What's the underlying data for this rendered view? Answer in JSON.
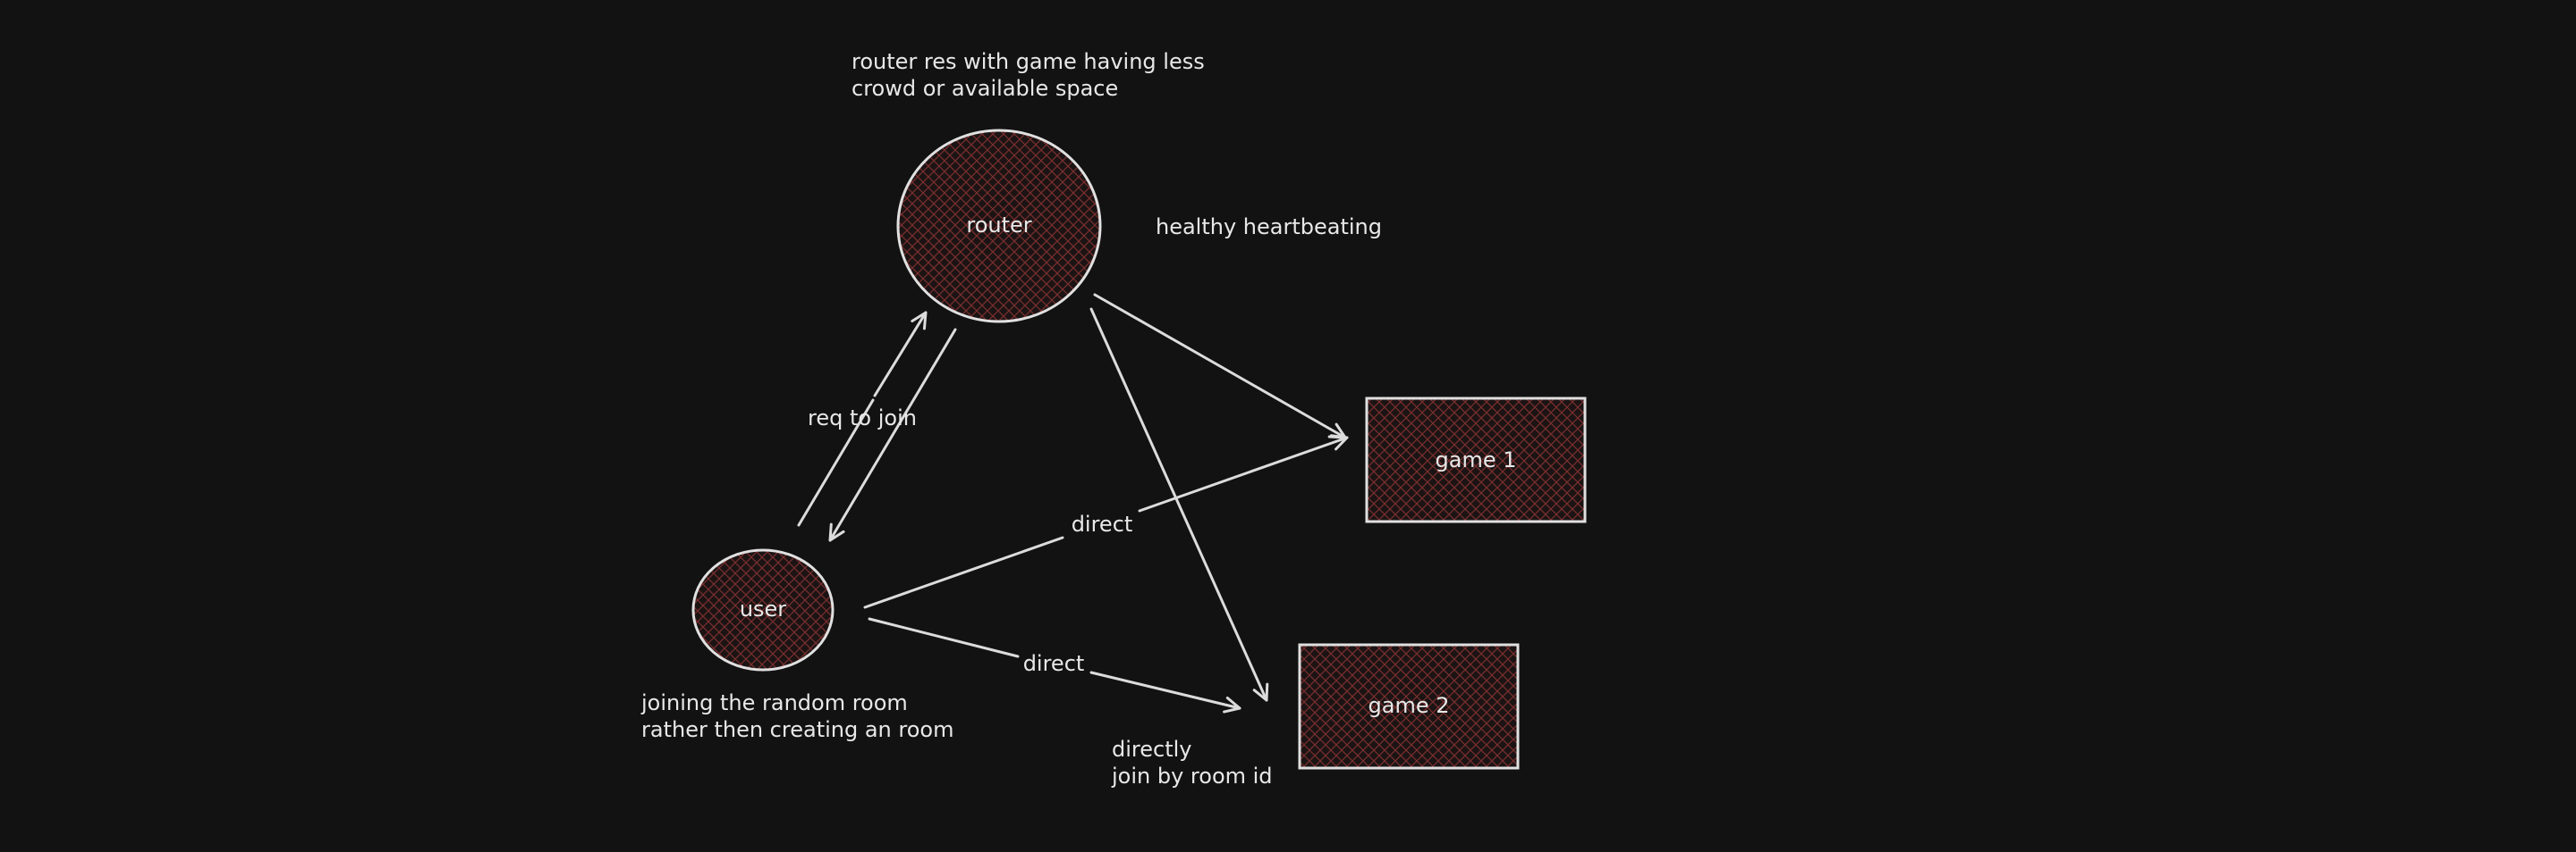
{
  "nodes": {
    "router": {
      "label": "router"
    },
    "user": {
      "label": "user"
    },
    "game1": {
      "label": "game 1"
    },
    "game2": {
      "label": "game 2"
    }
  },
  "edges": {
    "req_to_join": {
      "label": "req to join"
    },
    "direct_game1": {
      "label": "direct"
    },
    "direct_game2": {
      "label": "direct"
    }
  },
  "notes": {
    "router_response": {
      "line1": "router res with game having less",
      "line2": "crowd or available space"
    },
    "heartbeat": {
      "text": "healthy heartbeating"
    },
    "user_join": {
      "line1": "joining the random room",
      "line2": "rather then creating an room"
    },
    "direct_join": {
      "line1": "directly",
      "line2": "join by room id"
    }
  },
  "colors": {
    "background": "#121212",
    "stroke": "#dcdcdc",
    "hatch": "#6a2b2b",
    "text": "#e8e8e8"
  }
}
